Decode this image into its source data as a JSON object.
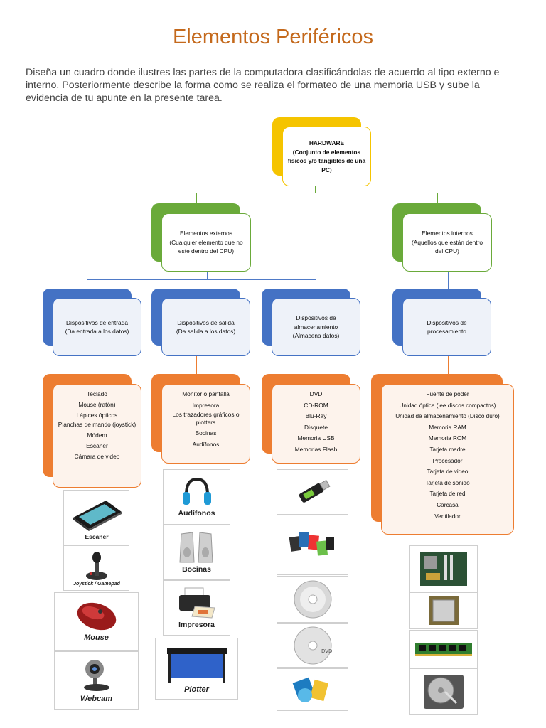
{
  "document": {
    "title": "Elementos Periféricos",
    "intro": "Diseña un cuadro donde ilustres las partes de la computadora clasificándolas de acuerdo al tipo externo e interno. Posteriormente describe la forma como se realiza el formateo de una memoria USB y sube la evidencia de tu apunte en la presente tarea."
  },
  "colors": {
    "title": "#c4691c",
    "yellow": "#f5c400",
    "green": "#6aaa3a",
    "blue": "#4472c4",
    "orange": "#ed7d31",
    "green_line": "#6aaa3a",
    "blue_line": "#4f7ac7",
    "orange_line": "#ed7d31"
  },
  "hardware": {
    "title": "HARDWARE",
    "desc": "(Conjunto de elementos físicos y/o tangibles de una PC)"
  },
  "externos": {
    "title": "Elementos externos",
    "desc": "(Cualquier elemento que no este dentro del CPU)"
  },
  "internos": {
    "title": "Elementos internos",
    "desc": "(Aquellos que están dentro del CPU)"
  },
  "entrada": {
    "title": "Dispositivos de entrada",
    "desc": "(Da entrada a los datos)"
  },
  "salida": {
    "title": "Dispositivos de salida",
    "desc": "(Da salida a los datos)"
  },
  "almacenamiento": {
    "title": "Dispositivos de almacenamiento",
    "desc": "(Almacena datos)"
  },
  "procesamiento": {
    "title": "Dispositivos de procesamiento"
  },
  "lists": {
    "entrada": [
      "Teclado",
      "Mouse (ratón)",
      "Lápices ópticos",
      "Planchas de mando (joystick)",
      "Módem",
      "Escáner",
      "Cámara de video"
    ],
    "salida": [
      "Monitor o pantalla",
      "Impresora",
      "Los trazadores gráficos o plotters",
      "Bocinas",
      "Audífonos"
    ],
    "almacenamiento": [
      "DVD",
      "CD-ROM",
      "Blu-Ray",
      "Disquete",
      "Memoria USB",
      "Memorias Flash"
    ],
    "procesamiento": [
      "Fuente de poder",
      "Unidad óptica (lee discos compactos)",
      "Unidad de almacenamiento (Disco duro)",
      "Memoria RAM",
      "Memoria ROM",
      "Tarjeta madre",
      "Procesador",
      "Tarjeta de video",
      "Tarjeta de sonido",
      "Tarjeta de red",
      "Carcasa",
      "Ventilador"
    ]
  },
  "images": {
    "escaner": "Escáner",
    "joystick": "Joystick / Gamepad",
    "mouse": "Mouse",
    "webcam": "Webcam",
    "audifonos": "Audífonos",
    "bocinas": "Bocinas",
    "impresora": "Impresora",
    "plotter": "Plotter"
  }
}
